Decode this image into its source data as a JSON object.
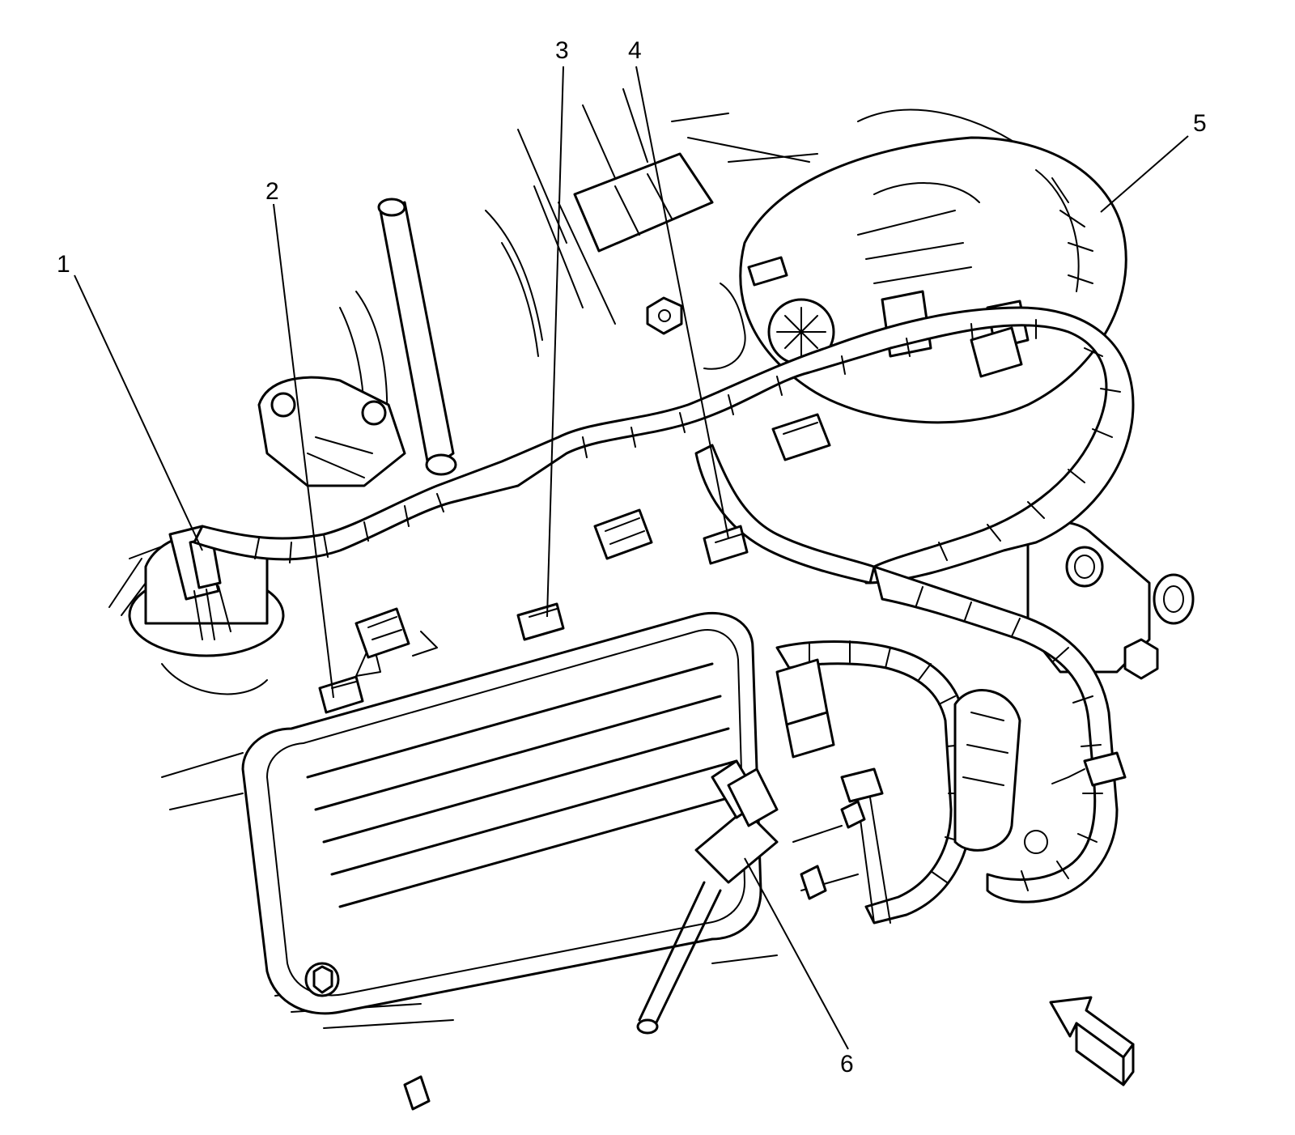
{
  "callouts": [
    {
      "id": "1",
      "label": "1"
    },
    {
      "id": "2",
      "label": "2"
    },
    {
      "id": "3",
      "label": "3"
    },
    {
      "id": "4",
      "label": "4"
    },
    {
      "id": "5",
      "label": "5"
    },
    {
      "id": "6",
      "label": "6"
    }
  ],
  "icons": {
    "view_direction": "view-direction-arrow-icon"
  }
}
